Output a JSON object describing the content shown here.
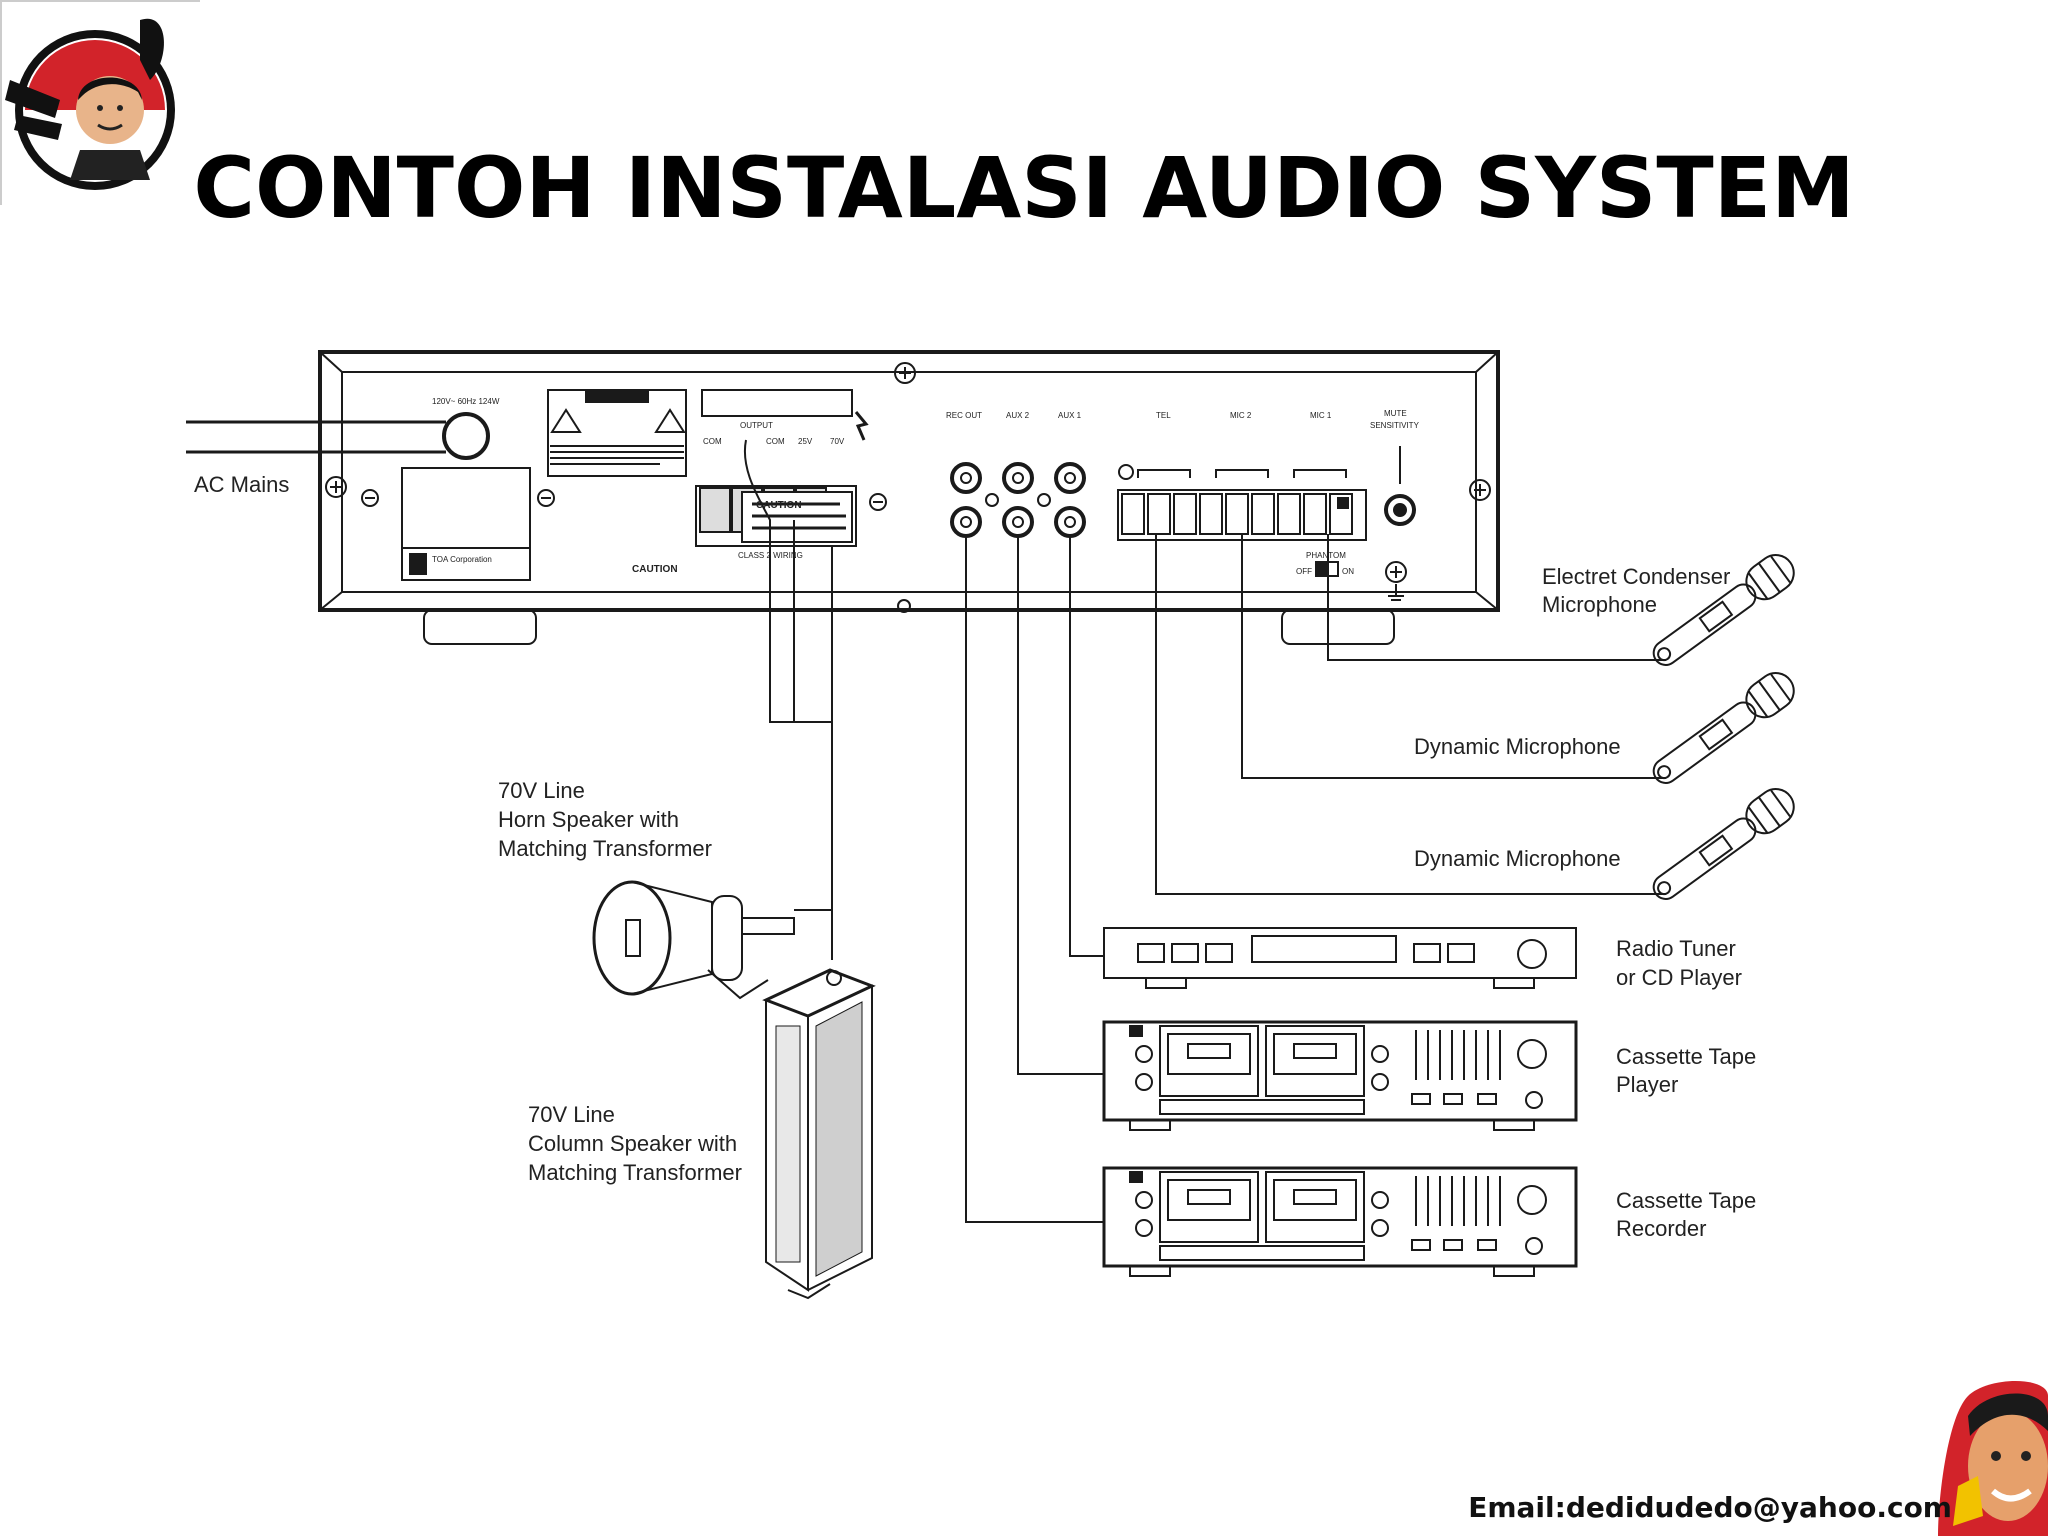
{
  "title": "CONTOH INSTALASI AUDIO SYSTEM",
  "email": "Email:dedidudedo@yahoo.com",
  "labels": {
    "ac_mains": "AC Mains",
    "horn_line1": "70V Line",
    "horn_line2": "Horn Speaker with",
    "horn_line3": "Matching Transformer",
    "column_line1": "70V Line",
    "column_line2": "Column Speaker with",
    "column_line3": "Matching Transformer",
    "electret_line1": "Electret Condenser",
    "electret_line2": "Microphone",
    "dynamic1": "Dynamic Microphone",
    "dynamic2": "Dynamic Microphone",
    "radio_line1": "Radio Tuner",
    "radio_line2": "or CD Player",
    "cassette_player_line1": "Cassette Tape",
    "cassette_player_line2": "Player",
    "cassette_recorder_line1": "Cassette Tape",
    "cassette_recorder_line2": "Recorder"
  },
  "amp_panel": {
    "power_rating": "120V~ 60Hz 124W",
    "output": "OUTPUT",
    "com": "COM",
    "com2": "COM",
    "v25": "25V",
    "v70": "70V",
    "rec_out": "REC OUT",
    "aux2": "AUX 2",
    "aux1": "AUX 1",
    "tel": "TEL",
    "mic2": "MIC 2",
    "mic1": "MIC 1",
    "mute": "MUTE",
    "sensitivity": "SENSITIVITY",
    "phantom": "PHANTOM",
    "off": "OFF",
    "on": "ON",
    "class2": "CLASS 2 WIRING",
    "caution_word": "CAUTION",
    "caution_box": "CAUTION",
    "company": "TOA Corporation"
  }
}
